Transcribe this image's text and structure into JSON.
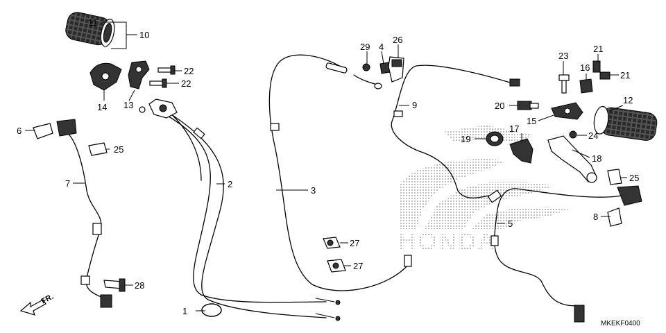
{
  "diagram": {
    "brand_wordmark": "HONDA",
    "diagram_code": "MKEKF0400",
    "direction_label": "FR.",
    "callouts": {
      "n1": "1",
      "n2": "2",
      "n3": "3",
      "n4": "4",
      "n5": "5",
      "n6": "6",
      "n7": "7",
      "n8": "8",
      "n9": "9",
      "n10": "10",
      "n11": "11",
      "n12": "12",
      "n13": "13",
      "n14": "14",
      "n15": "15",
      "n16": "16",
      "n17": "17",
      "n18": "18",
      "n19": "19",
      "n20": "20",
      "n21a": "21",
      "n21b": "21",
      "n22a": "22",
      "n22b": "22",
      "n23": "23",
      "n24": "24",
      "n25a": "25",
      "n25b": "25",
      "n26": "26",
      "n27a": "27",
      "n27b": "27",
      "n28": "28",
      "n29": "29"
    }
  }
}
